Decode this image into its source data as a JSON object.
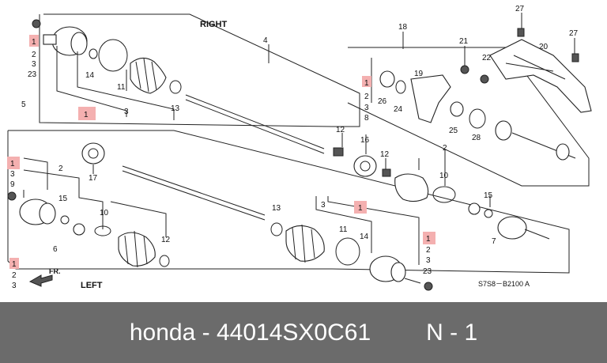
{
  "diagram": {
    "labels": {
      "right": "RIGHT",
      "left": "LEFT",
      "fr": "FR.",
      "code": "S7S8－B2100 A"
    },
    "callouts": [
      {
        "id": "c1",
        "text": "1",
        "highlight": true
      },
      {
        "id": "c2",
        "text": "2"
      },
      {
        "id": "c3",
        "text": "3"
      },
      {
        "id": "c4",
        "text": "23"
      },
      {
        "id": "c5",
        "text": "4"
      },
      {
        "id": "c6",
        "text": "14"
      },
      {
        "id": "c7",
        "text": "11"
      },
      {
        "id": "c8",
        "text": "3"
      },
      {
        "id": "c9",
        "text": "13"
      },
      {
        "id": "c10",
        "text": "1",
        "highlight": true
      },
      {
        "id": "c11",
        "text": "5"
      },
      {
        "id": "c12",
        "text": "1",
        "highlight": true
      },
      {
        "id": "c13",
        "text": "3"
      },
      {
        "id": "c14",
        "text": "9"
      },
      {
        "id": "c15",
        "text": "17"
      },
      {
        "id": "c16",
        "text": "2"
      },
      {
        "id": "c17",
        "text": "15"
      },
      {
        "id": "c18",
        "text": "10"
      },
      {
        "id": "c19",
        "text": "6"
      },
      {
        "id": "c20",
        "text": "12"
      },
      {
        "id": "c21",
        "text": "1",
        "highlight": true
      },
      {
        "id": "c22",
        "text": "2"
      },
      {
        "id": "c23",
        "text": "3"
      },
      {
        "id": "c24",
        "text": "18"
      },
      {
        "id": "c25",
        "text": "21"
      },
      {
        "id": "c26",
        "text": "27"
      },
      {
        "id": "c27",
        "text": "20"
      },
      {
        "id": "c28",
        "text": "27"
      },
      {
        "id": "c29",
        "text": "22"
      },
      {
        "id": "c30",
        "text": "1",
        "highlight": true
      },
      {
        "id": "c31",
        "text": "19"
      },
      {
        "id": "c32",
        "text": "26"
      },
      {
        "id": "c33",
        "text": "24"
      },
      {
        "id": "c34",
        "text": "2"
      },
      {
        "id": "c35",
        "text": "3"
      },
      {
        "id": "c36",
        "text": "8"
      },
      {
        "id": "c37",
        "text": "25"
      },
      {
        "id": "c38",
        "text": "28"
      },
      {
        "id": "c39",
        "text": "12"
      },
      {
        "id": "c40",
        "text": "16"
      },
      {
        "id": "c41",
        "text": "12"
      },
      {
        "id": "c42",
        "text": "2"
      },
      {
        "id": "c43",
        "text": "10"
      },
      {
        "id": "c44",
        "text": "15"
      },
      {
        "id": "c45",
        "text": "7"
      },
      {
        "id": "c46",
        "text": "13"
      },
      {
        "id": "c47",
        "text": "3"
      },
      {
        "id": "c48",
        "text": "11"
      },
      {
        "id": "c49",
        "text": "14"
      },
      {
        "id": "c50",
        "text": "1",
        "highlight": true
      },
      {
        "id": "c51",
        "text": "1",
        "highlight": true
      },
      {
        "id": "c52",
        "text": "2"
      },
      {
        "id": "c53",
        "text": "3"
      },
      {
        "id": "c54",
        "text": "23"
      }
    ]
  },
  "footer": {
    "brand": "honda",
    "separator": "-",
    "part_number": "44014SX0C61",
    "quantity": "N - 1"
  }
}
